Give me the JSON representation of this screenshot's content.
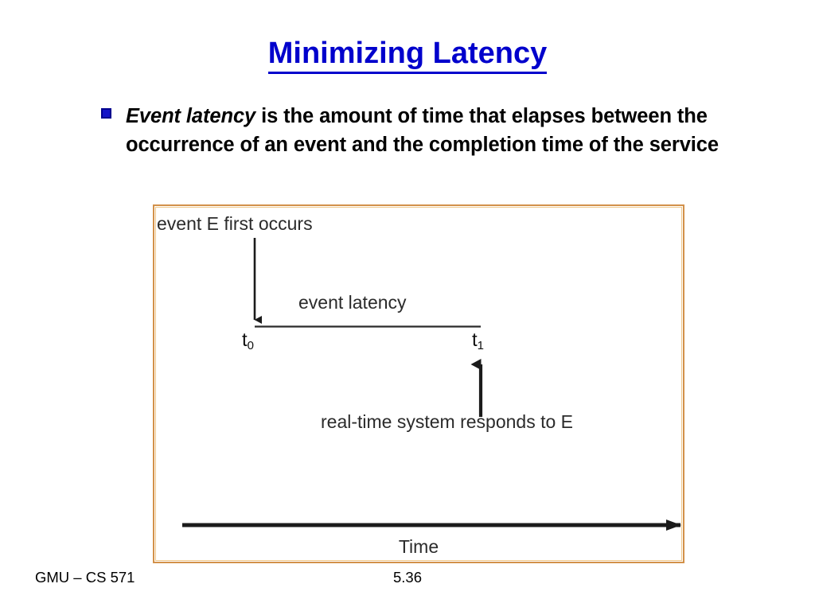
{
  "slide": {
    "title": "Minimizing Latency",
    "title_color": "#0000cc",
    "bullets": [
      {
        "emphasis": "Event latency",
        "rest": " is the amount of time that elapses between the occurrence of an event and the completion time of the service",
        "marker_color": "#1414c8"
      }
    ]
  },
  "figure": {
    "border_color": "#d2914a",
    "labels": {
      "event_occurs": "event E first occurs",
      "event_latency": "event latency",
      "responds": "real-time system responds to E",
      "time_axis": "Time"
    },
    "ticks": {
      "t0_base": "t",
      "t0_sub": "0",
      "t1_base": "t",
      "t1_sub": "1"
    },
    "arrows": {
      "down_arrow": "arrow-down-to-t0",
      "up_arrow": "arrow-up-to-t1",
      "time_arrow": "arrow-right-time-axis"
    }
  },
  "footer": {
    "course": "GMU – CS 571",
    "page_number": "5.36"
  }
}
